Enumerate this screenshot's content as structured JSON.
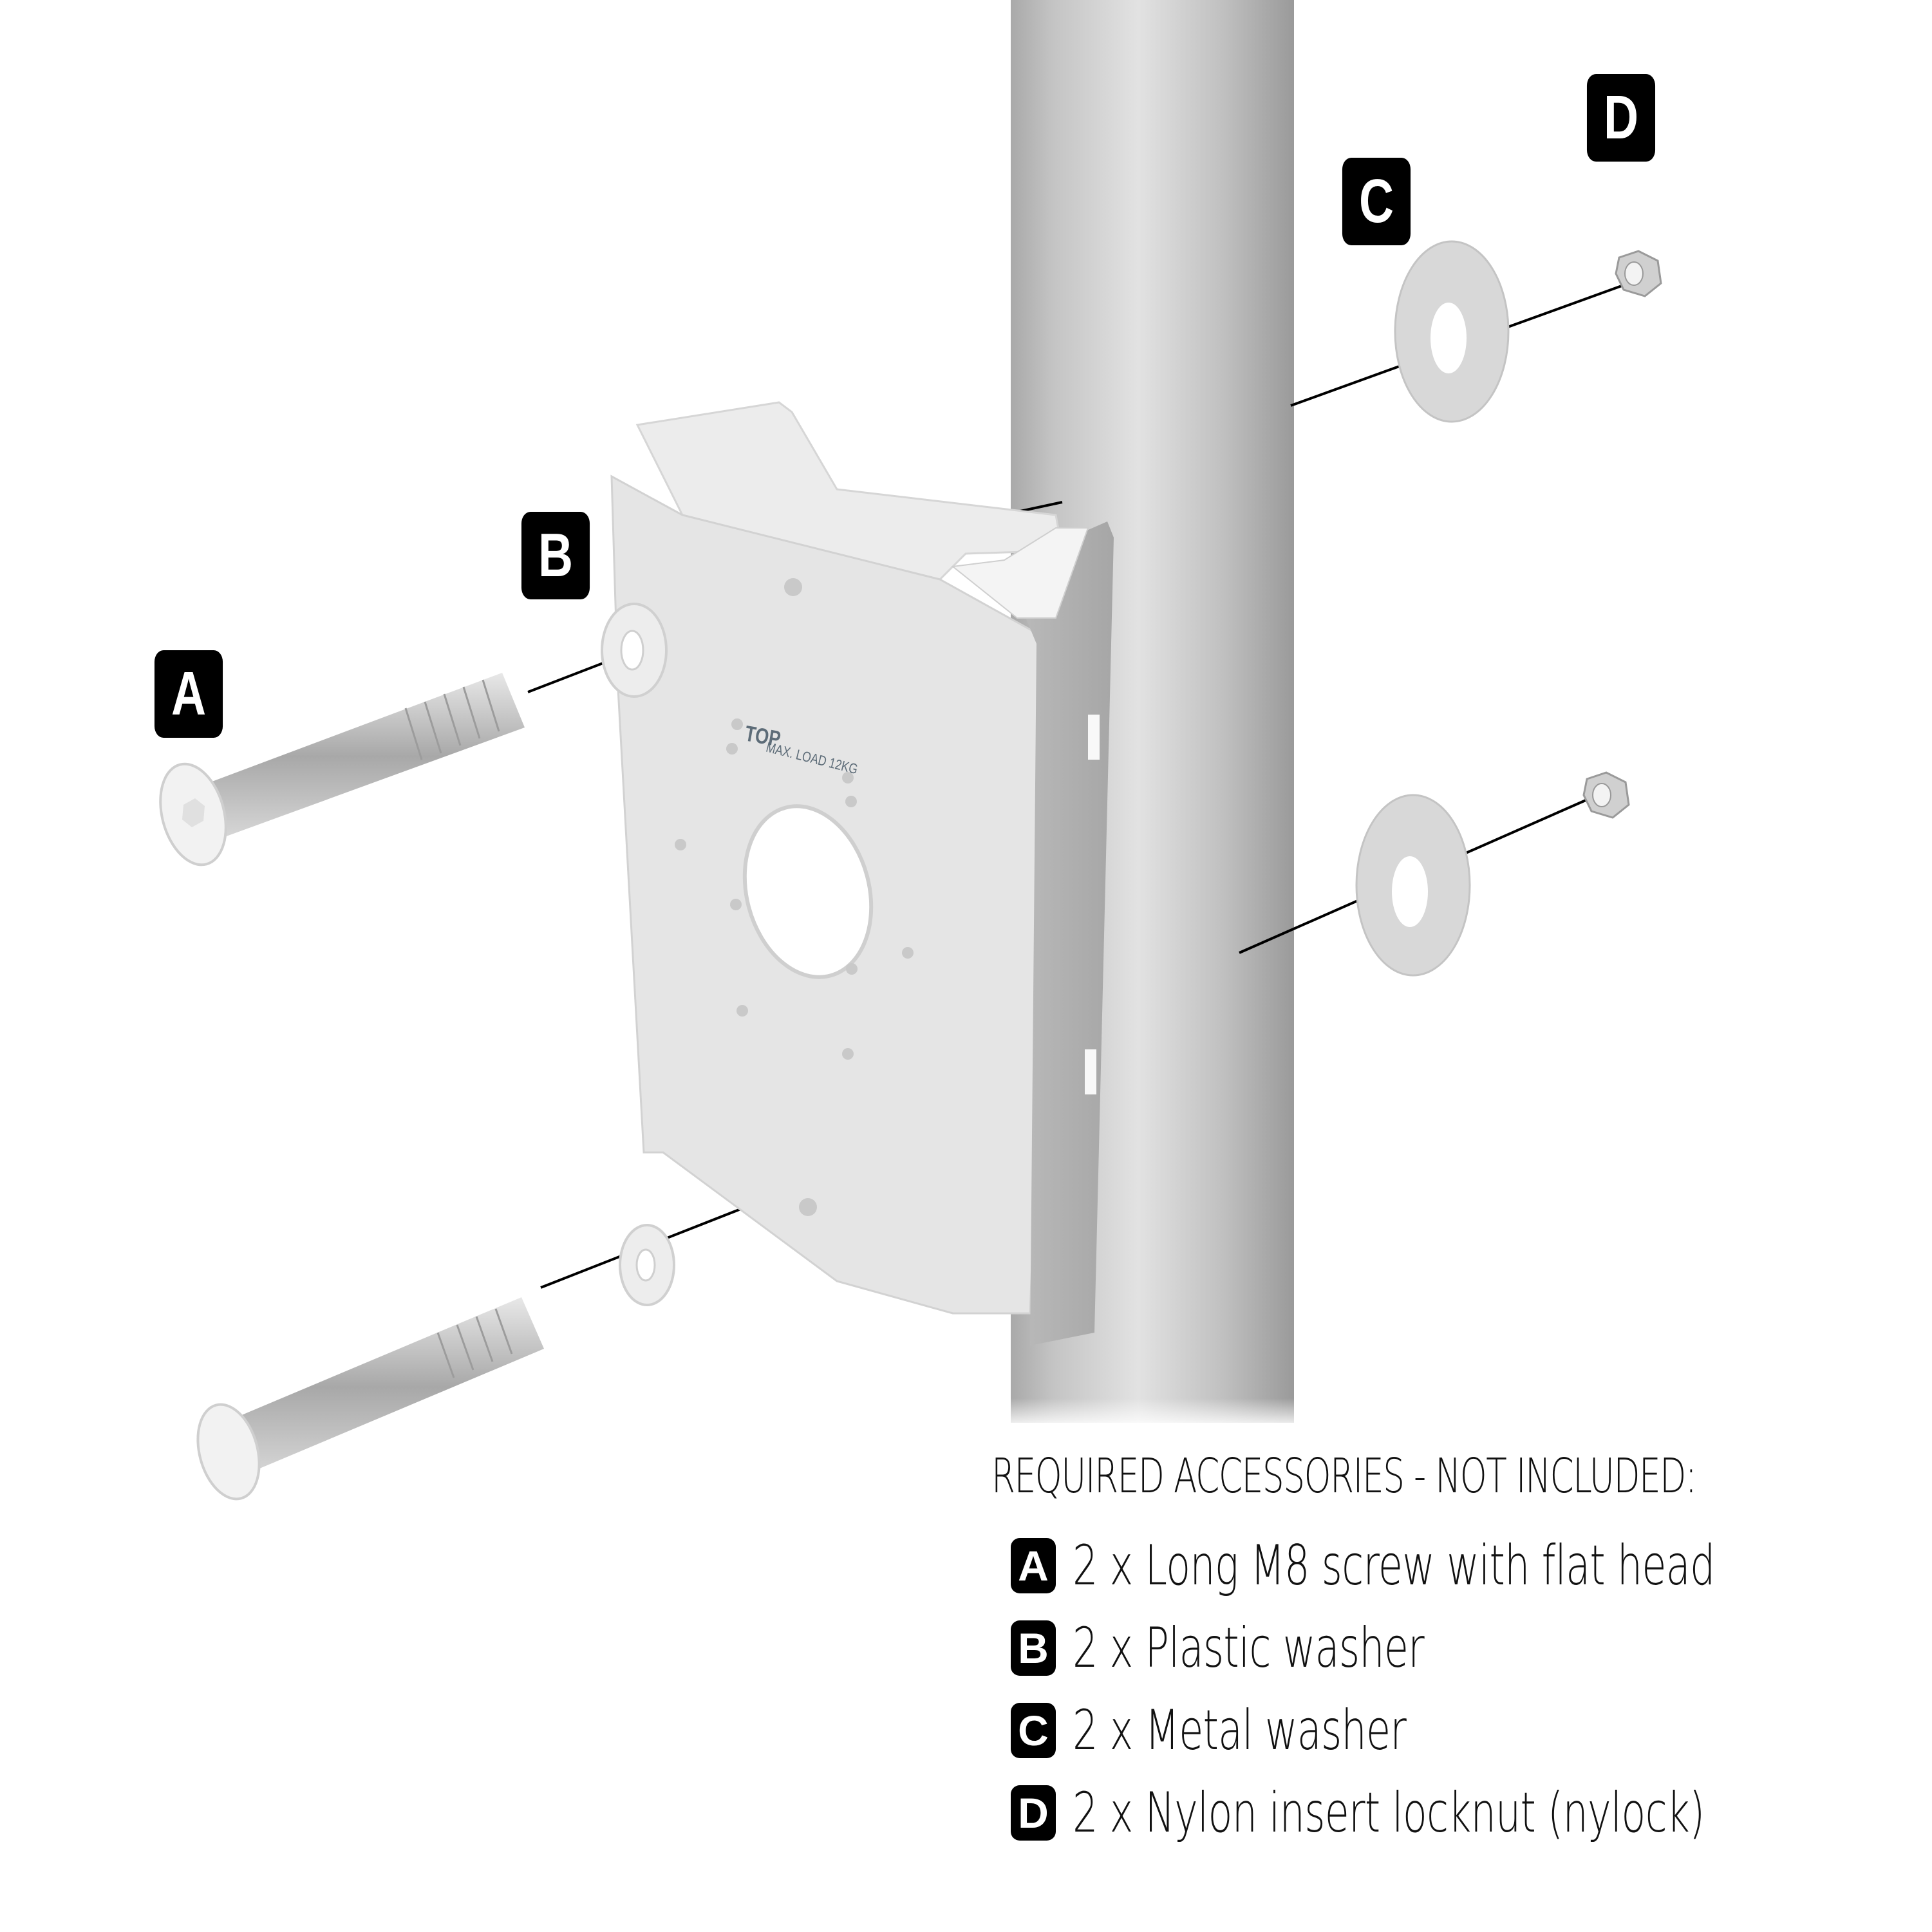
{
  "diagram": {
    "type": "exploded-assembly",
    "subject": "pole mount bracket",
    "plate_marking": {
      "top": "TOP",
      "load": "MAX. LOAD 12KG"
    },
    "callouts": [
      {
        "id": "A",
        "label": "A",
        "part": "screw"
      },
      {
        "id": "B",
        "label": "B",
        "part": "plastic washer"
      },
      {
        "id": "C",
        "label": "C",
        "part": "metal washer"
      },
      {
        "id": "D",
        "label": "D",
        "part": "locknut"
      }
    ],
    "colors": {
      "badge_bg": "#000000",
      "badge_fg": "#ffffff",
      "pole": "#c9c9c9",
      "plate": "#e6e6e6",
      "marking": "#5d6c78"
    }
  },
  "legend": {
    "title": "REQUIRED ACCESSORIES - NOT INCLUDED:",
    "items": [
      {
        "badge": "A",
        "text": "2 x Long M8 screw with flat head"
      },
      {
        "badge": "B",
        "text": "2 x Plastic washer"
      },
      {
        "badge": "C",
        "text": "2 x Metal washer"
      },
      {
        "badge": "D",
        "text": "2 x Nylon insert locknut (nylock)"
      }
    ]
  }
}
